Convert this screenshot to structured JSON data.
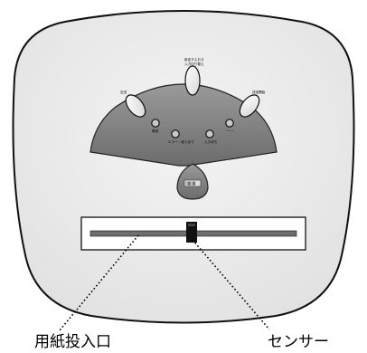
{
  "panel_labels": {
    "left_button": "空送",
    "top_button_line1": "設定すえおき",
    "top_button_line2": "入力切り替え",
    "right_button": "送信開始",
    "led_1": "電源",
    "led_2": "エラー・紙つまり",
    "led_3": "入力待ち",
    "led_4": "─ ─ ─",
    "badge": "░▒░▒"
  },
  "callouts": {
    "paper_slot": "用紙投入口",
    "sensor": "センサー"
  }
}
